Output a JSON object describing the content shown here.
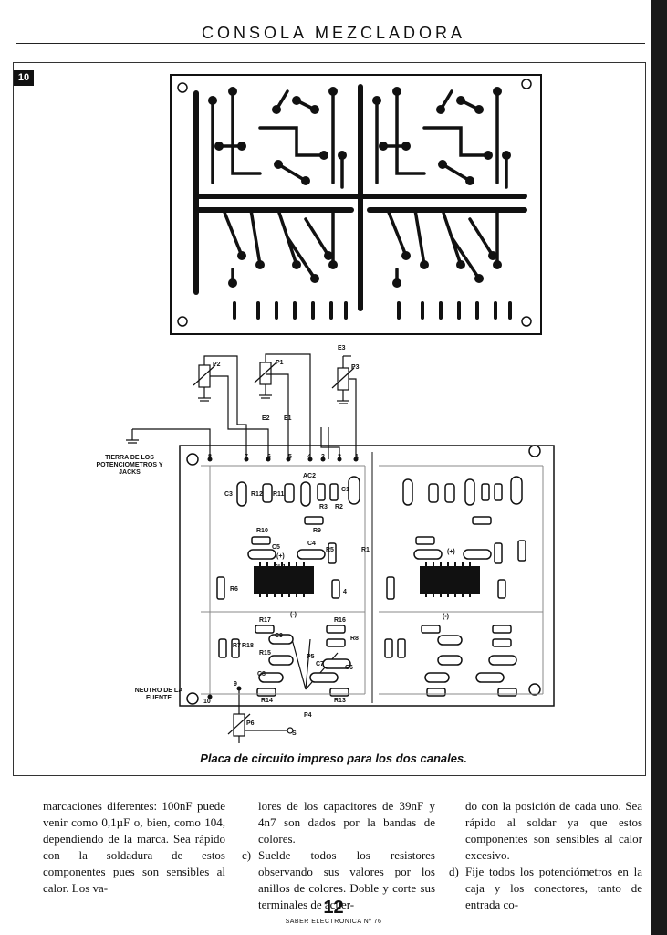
{
  "header": {
    "title": "CONSOLA MEZCLADORA"
  },
  "figure": {
    "number": "10",
    "caption": "Placa de circuito impreso para los dos canales.",
    "labels": {
      "ground": "TIERRA DE LOS POTENCIOMETROS Y JACKS",
      "neutral": "NEUTRO DE LA FUENTE",
      "p1": "P1",
      "p2": "P2",
      "p3": "P3",
      "p4": "P4",
      "p5": "P5",
      "p6": "P6",
      "e1": "E1",
      "e2": "E2",
      "e3": "E3",
      "s": "S",
      "pins": [
        "8",
        "7",
        "6",
        "5",
        "4",
        "3",
        "2",
        "1"
      ],
      "pin9": "9",
      "pin10": "10",
      "c3": "C3",
      "r12": "R12",
      "r11": "R11",
      "ac2": "AC2",
      "c1": "C1",
      "r3": "R3",
      "r2": "R2",
      "r9": "R9",
      "r10": "R10",
      "c5": "C5",
      "c4": "C4",
      "r5": "R5",
      "r1": "R1",
      "ci1": "CI-1",
      "r6": "R6",
      "r4": "4",
      "r17": "R17",
      "r16": "R16",
      "c9": "C9",
      "r8": "R8",
      "r7": "R7",
      "r18": "R18",
      "r15": "R15",
      "c7": "C7",
      "c6": "C6",
      "c8": "C8",
      "r14": "R14",
      "r13": "R13",
      "plus": "(+)",
      "minus": "(-)"
    }
  },
  "columns": {
    "col1": "marcaciones diferentes: 100nF puede venir como 0,1µF o, bien, como 104, dependiendo de la marca. Sea rápido con la soldadura de estos componentes pues son sensibles al calor. Los va-",
    "col2_intro": "lores de los capacitores de 39nF y 4n7 son dados por la bandas de colores.",
    "col2_item_marker": "c)",
    "col2_item": "Suelde todos los resistores observando sus valores por los anillos de colores. Doble y corte sus terminales de acuer-",
    "col3_intro": "do con la posición de cada uno. Sea rápido al soldar ya que estos componentes son sensibles al calor excesivo.",
    "col3_item_marker": "d)",
    "col3_item": "Fije todos los potenciómetros en la caja y los conectores, tanto de entrada co-"
  },
  "footer": {
    "page_number": "12",
    "magazine": "SABER ELECTRONICA Nº 76"
  }
}
